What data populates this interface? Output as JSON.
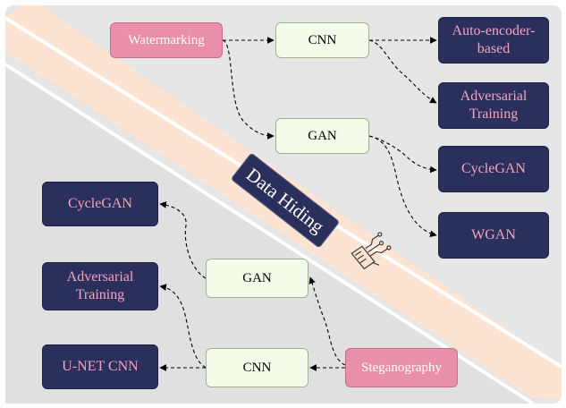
{
  "category_label": "Data Hiding",
  "colors": {
    "background_upper": "#e6e6e6",
    "background_lower": "#e0e0e0",
    "band": "#fde3d2",
    "technique_fill": "#e98fa9",
    "architecture_fill": "#f3fde9",
    "variant_fill": "#2a2f5c",
    "variant_text": "#f2a5bf"
  },
  "icons": [
    "circuit-hand-icon"
  ],
  "nodes": {
    "watermarking": "Watermarking",
    "cnn_top": "CNN",
    "gan_top": "GAN",
    "autoencoder": "Auto-encoder-\nbased",
    "adversarial_right": "Adversarial\nTraining",
    "cyclegan_right": "CycleGAN",
    "wgan": "WGAN",
    "steganography": "Steganography",
    "gan_bottom": "GAN",
    "cnn_bottom": "CNN",
    "cyclegan_left": "CycleGAN",
    "adversarial_left": "Adversarial\nTraining",
    "unet": "U-NET CNN"
  },
  "edges": [
    {
      "from": "watermarking",
      "to": "cnn_top"
    },
    {
      "from": "watermarking",
      "to": "gan_top"
    },
    {
      "from": "cnn_top",
      "to": "autoencoder"
    },
    {
      "from": "cnn_top",
      "to": "adversarial_right"
    },
    {
      "from": "gan_top",
      "to": "cyclegan_right"
    },
    {
      "from": "gan_top",
      "to": "wgan"
    },
    {
      "from": "steganography",
      "to": "gan_bottom"
    },
    {
      "from": "steganography",
      "to": "cnn_bottom"
    },
    {
      "from": "gan_bottom",
      "to": "cyclegan_left"
    },
    {
      "from": "cnn_bottom",
      "to": "adversarial_left"
    },
    {
      "from": "cnn_bottom",
      "to": "unet"
    }
  ]
}
